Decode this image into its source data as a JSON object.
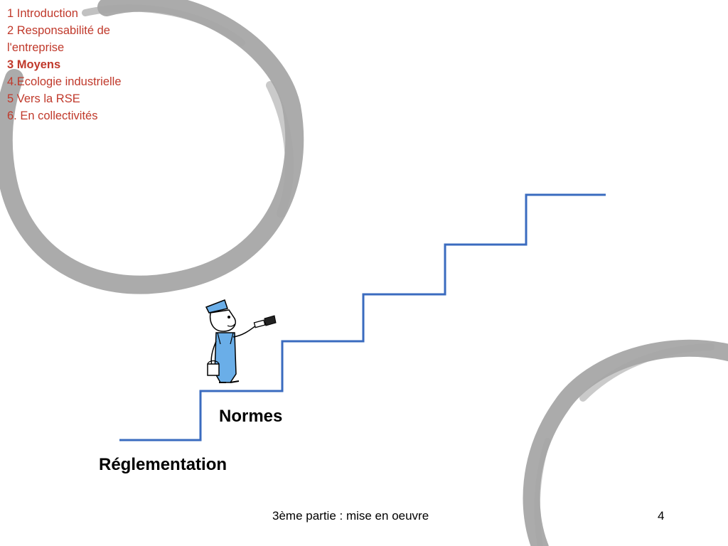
{
  "toc": {
    "items": [
      {
        "label": "1 Introduction",
        "active": false
      },
      {
        "label": "2 Responsabilité de l'entreprise",
        "active": false
      },
      {
        "label": "3 Moyens",
        "active": true
      },
      {
        "label": "4.Ecologie industrielle",
        "active": false
      },
      {
        "label": "5 Vers la RSE",
        "active": false
      },
      {
        "label": "6. En collectivités",
        "active": false
      }
    ]
  },
  "stairs": {
    "step_labels": {
      "lower": "Réglementation",
      "upper": "Normes"
    },
    "illustration": "painter-climbing-stairs"
  },
  "footer": {
    "title": "3ème partie : mise en oeuvre",
    "page_number": "4"
  },
  "colors": {
    "toc_text": "#c0392b",
    "stair_line": "#3a6bbf",
    "circle_gray": "#a6a6a6",
    "overalls": "#6aaee8"
  }
}
